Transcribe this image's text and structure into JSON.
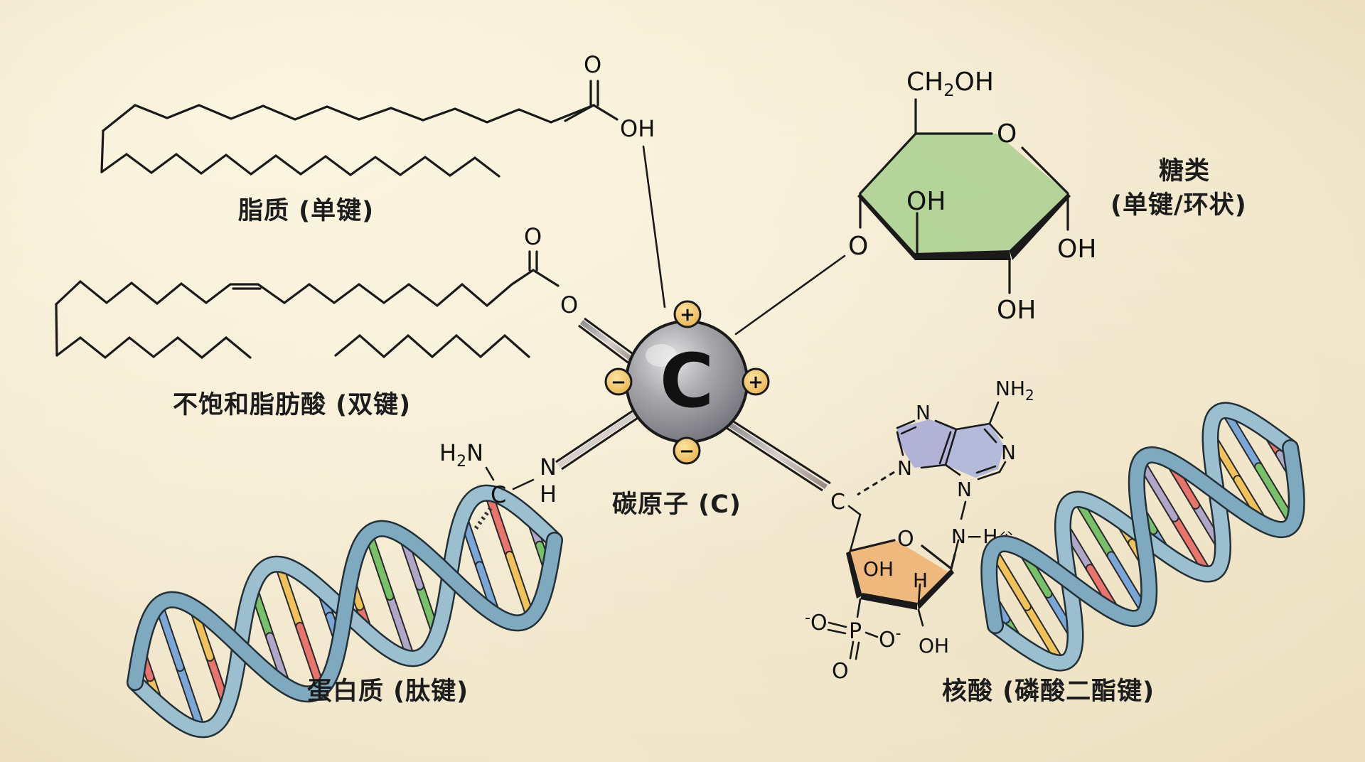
{
  "title": "碳原子与生物大分子",
  "labels": {
    "lipid": "脂质 (单键)",
    "unsaturated_fatty_acid": "不饱和脂肪酸 (双键)",
    "protein": "蛋白质 (肽键)",
    "carbon_atom": "碳原子 (C)",
    "sugar_title": "糖类",
    "sugar_subtitle": "(单键/环状)",
    "nucleic_acid": "核酸 (磷酸二酯键)"
  },
  "carbon": {
    "symbol": "C",
    "charges": [
      "+",
      "+",
      "−",
      "−"
    ]
  },
  "atoms": {
    "lipid_carbonyl_o": "O",
    "lipid_oh": "OH",
    "ufa_carbonyl_o": "O",
    "ufa_ester_o": "O",
    "glucose_ch2oh_main": "CH",
    "glucose_ch2oh_sub": "2",
    "glucose_ch2oh_tail": "OH",
    "glucose_ring_o": "O",
    "glucose_link_o": "O",
    "glucose_oh_inner": "OH",
    "glucose_oh_right": "OH",
    "glucose_oh_bottom": "OH",
    "protein_h2n_h": "H",
    "protein_h2n_sub": "2",
    "protein_h2n_n": "N",
    "protein_c": "C",
    "protein_n": "N",
    "protein_h": "H",
    "adenine_nh2_main": "NH",
    "adenine_nh2_sub": "2",
    "adenine_n1": "N",
    "adenine_n2": "N",
    "adenine_n3": "N",
    "adenine_n4": "N",
    "nucleic_c": "C",
    "ribose_o": "O",
    "ribose_oh": "OH",
    "ribose_h": "H",
    "ribose_oh_bottom": "OH",
    "nh_group": "N−H",
    "nh_mark": "⾕",
    "phosphate_p": "P",
    "phosphate_o_left": "O",
    "phosphate_o_right": "O",
    "phosphate_o_bottom": "O",
    "phosphate_minus_left": "-",
    "phosphate_minus_right": "-"
  },
  "colors": {
    "background": "#f6eed6",
    "ink": "#1a1a1a",
    "glucose_fill": "#a9cf8f",
    "ribose_fill": "#eeb070",
    "adenine_fill": "#a7a8d8",
    "carbon_fill": "#a9a9ad",
    "charge_fill": "#f2c46a",
    "dna_backbone": "#9cbfd0",
    "dna_base_colors": [
      "#f0c35a",
      "#e9736d",
      "#78c06a",
      "#7aa6d8",
      "#b0a6c8"
    ]
  }
}
